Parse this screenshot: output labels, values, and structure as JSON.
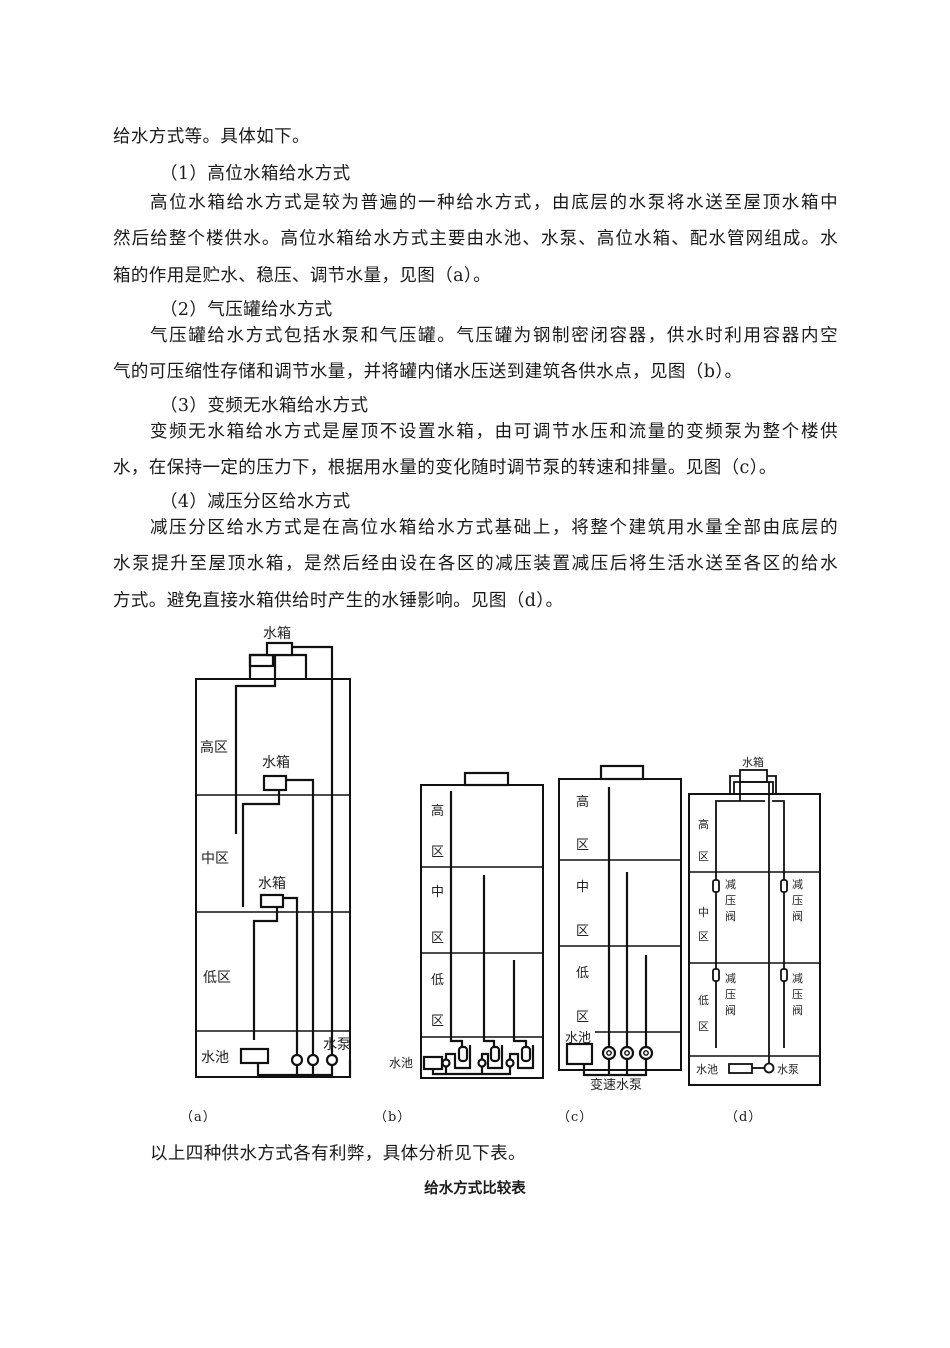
{
  "document": {
    "intro_tail": "给水方式等。具体如下。",
    "sections": [
      {
        "heading": "（1）高位水箱给水方式",
        "lines": [
          "高位水箱给水方式是较为普遍的一种给水方式，由底层的水泵将水送至屋顶水箱中",
          "然后给整个楼供水。高位水箱给水方式主要由水池、水泵、高位水箱、配水管网组成。水",
          "箱的作用是贮水、稳压、调节水量，见图（a）。"
        ]
      },
      {
        "heading": "（2）气压罐给水方式",
        "lines": [
          "气压罐给水方式包括水泵和气压罐。气压罐为钢制密闭容器，供水时利用容器内空",
          "气的可压缩性存储和调节水量，并将罐内储水压送到建筑各供水点，见图（b）。"
        ]
      },
      {
        "heading": "（3）变频无水箱给水方式",
        "lines": [
          "变频无水箱给水方式是屋顶不设置水箱，由可调节水压和流量的变频泵为整个楼供",
          "水，在保持一定的压力下，根据用水量的变化随时调节泵的转速和排量。见图（c）。"
        ]
      },
      {
        "heading": "（4）减压分区给水方式",
        "lines": [
          "减压分区给水方式是在高位水箱给水方式基础上，将整个建筑用水量全部由底层的",
          "水泵提升至屋顶水箱，是然后经由设在各区的减压装置减压后将生活水送至各区的给水",
          "方式。避免直接水箱供给时产生的水锤影响。见图（d）。"
        ]
      }
    ],
    "summary": "以上四种供水方式各有利弊，具体分析见下表。",
    "table_title": "给水方式比较表"
  },
  "figures": {
    "a": {
      "caption": "（a）",
      "labels": {
        "roof_tank": "水箱",
        "high_zone": "高区",
        "mid_tank": "水箱",
        "mid_zone": "中区",
        "low_tank": "水箱",
        "low_zone": "低区",
        "pool": "水池",
        "pump": "水泵"
      }
    },
    "b": {
      "caption": "（b）",
      "labels": {
        "high1": "高",
        "high2": "区",
        "mid1": "中",
        "mid2": "区",
        "low1": "低",
        "low2": "区",
        "pool": "水池"
      }
    },
    "c": {
      "caption": "（c）",
      "labels": {
        "high1": "高",
        "high2": "区",
        "mid1": "中",
        "mid2": "区",
        "low1": "低",
        "low2": "区",
        "pool": "水池",
        "pump": "变速水泵"
      }
    },
    "d": {
      "caption": "（d）",
      "labels": {
        "tank": "水箱",
        "high1": "高",
        "high2": "区",
        "mid1": "中",
        "mid2": "区",
        "low1": "低",
        "low2": "区",
        "valve1": "减",
        "valve2": "压",
        "valve3": "阀",
        "pool": "水池",
        "pump": "水泵"
      }
    }
  }
}
